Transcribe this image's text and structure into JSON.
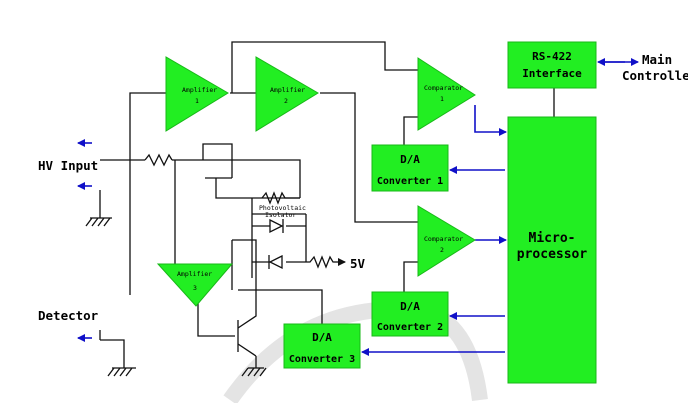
{
  "blocks": {
    "rs422_line1": "RS-422",
    "rs422_line2": "Interface",
    "micro_line1": "Micro-",
    "micro_line2": "processor",
    "da1_line1": "D/A",
    "da1_line2": "Converter 1",
    "da2_line1": "D/A",
    "da2_line2": "Converter 2",
    "da3_line1": "D/A",
    "da3_line2": "Converter 3"
  },
  "amplifiers": {
    "amp1_line1": "Amplifier",
    "amp1_line2": "1",
    "amp2_line1": "Amplifier",
    "amp2_line2": "2",
    "amp3_line1": "Amplifier",
    "amp3_line2": "3"
  },
  "comparators": {
    "comp1_line1": "Comparator",
    "comp1_line2": "1",
    "comp2_line1": "Comparator",
    "comp2_line2": "2"
  },
  "labels": {
    "main_line1": "Main",
    "main_line2": "Controlle",
    "hv_input": "HV Input",
    "detector": "Detector",
    "photovoltaic_line1": "Photovoltaic",
    "photovoltaic_line2": "Isolator",
    "five_volt": "5V"
  },
  "colors": {
    "block_fill": "#22ee22",
    "arrow_blue": "#1010c8",
    "wire": "#111111"
  }
}
